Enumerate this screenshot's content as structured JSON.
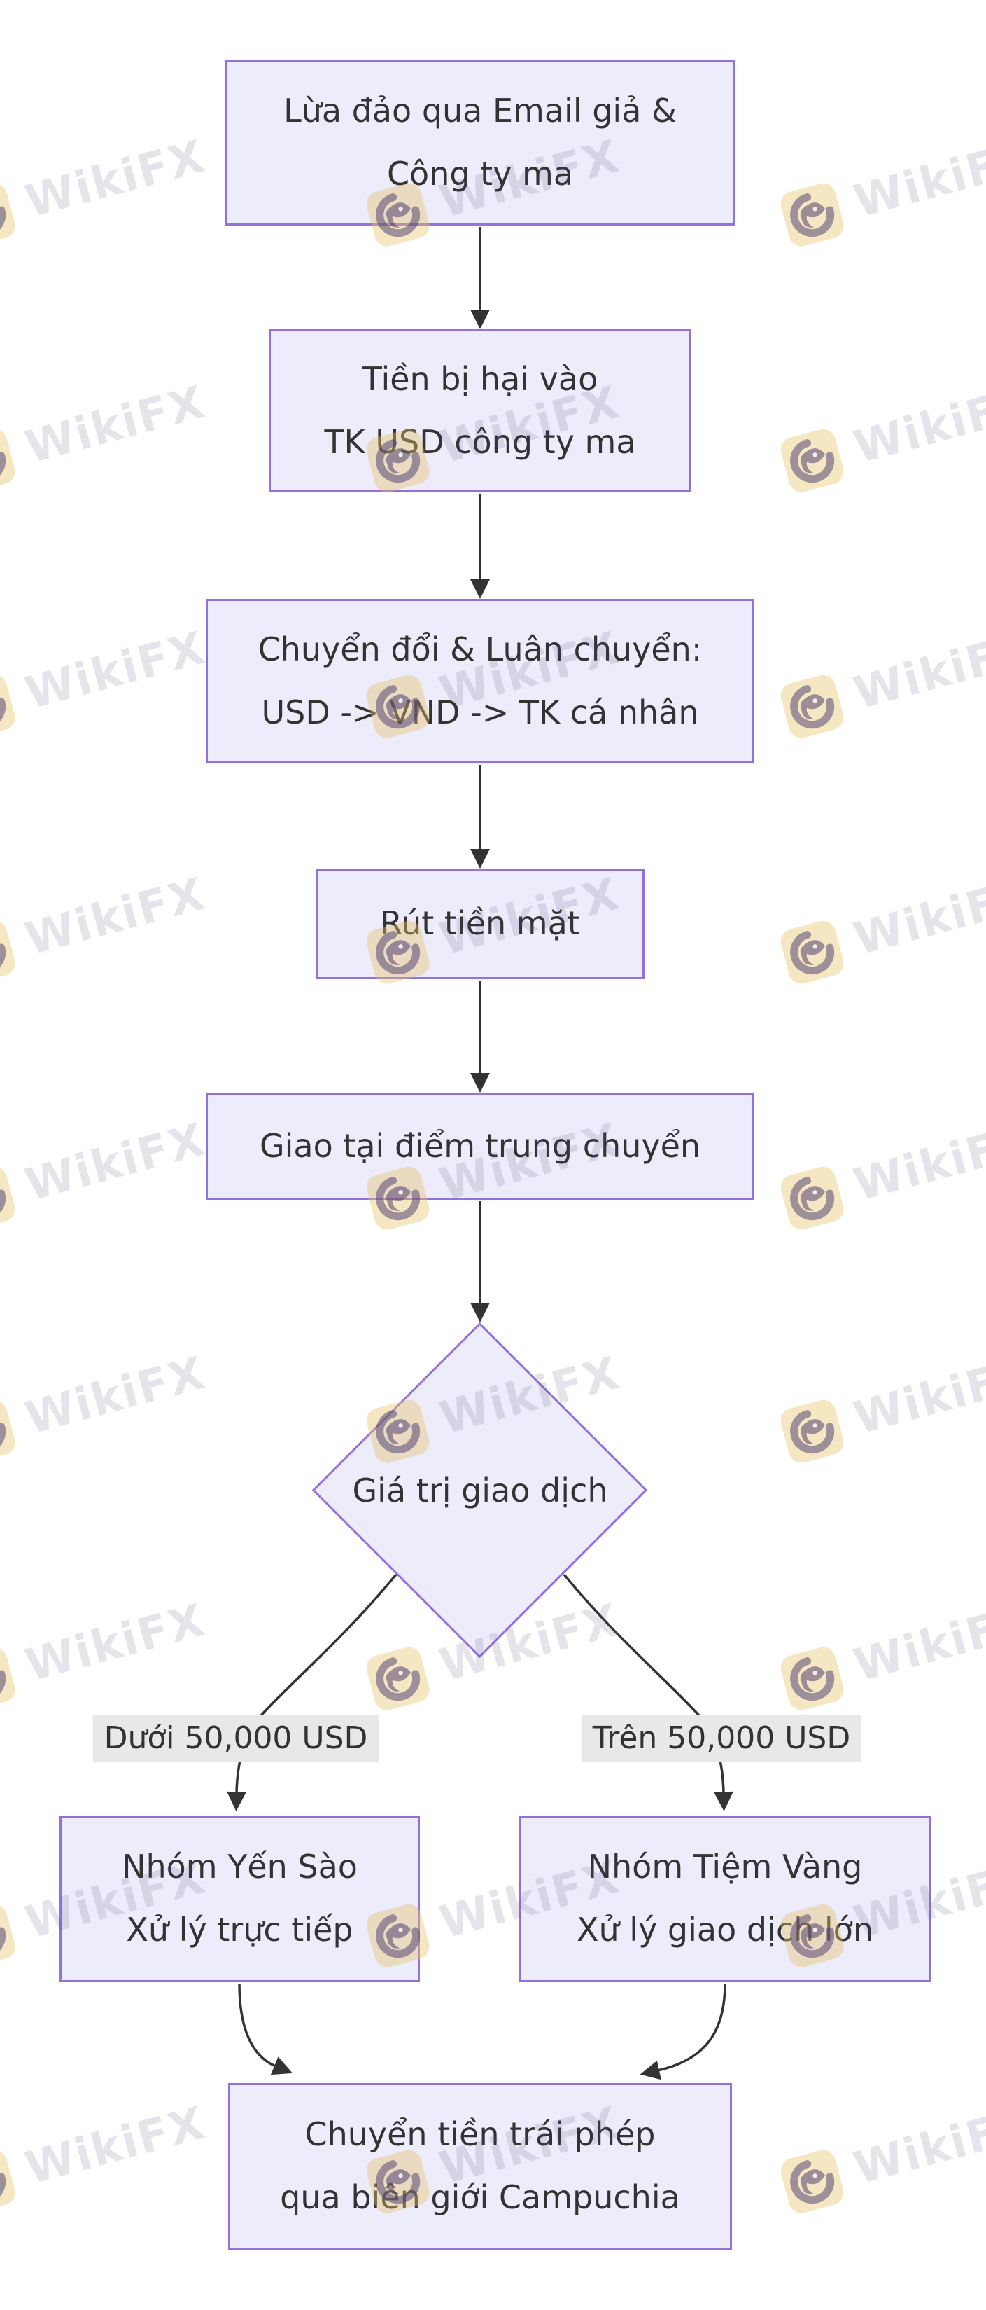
{
  "diagram": {
    "nodes": {
      "fraud": {
        "line1": "Lừa đảo qua Email giả &",
        "line2": "Công ty ma"
      },
      "victim": {
        "line1": "Tiền bị hại vào",
        "line2": "TK USD công ty ma"
      },
      "convert": {
        "line1": "Chuyển đổi & Luân chuyển:",
        "line2": "USD -> VND -> TK cá nhân"
      },
      "withdraw": {
        "line1": "Rút tiền mặt"
      },
      "handoff": {
        "line1": "Giao tại điểm trung chuyển"
      },
      "decision": {
        "line1": "Giá trị giao dịch"
      },
      "yensao": {
        "line1": "Nhóm Yến Sào",
        "line2": "Xử lý trực tiếp"
      },
      "tiemvang": {
        "line1": "Nhóm Tiệm Vàng",
        "line2": "Xử lý giao dịch lớn"
      },
      "smuggle": {
        "line1": "Chuyển tiền trái phép",
        "line2": "qua biên giới Campuchia"
      }
    },
    "edge_labels": {
      "under": "Dưới 50,000 USD",
      "over": "Trên 50,000 USD"
    }
  },
  "watermark": {
    "text": "WikiFX",
    "icon": "wikifx-eagle-logo"
  },
  "colors": {
    "node_fill": "#ECECFA",
    "node_border": "#9370DB",
    "arrow": "#333333",
    "edge_label_bg": "#e8e8e8",
    "text": "#333333",
    "watermark_gold": "#E9C46A"
  }
}
